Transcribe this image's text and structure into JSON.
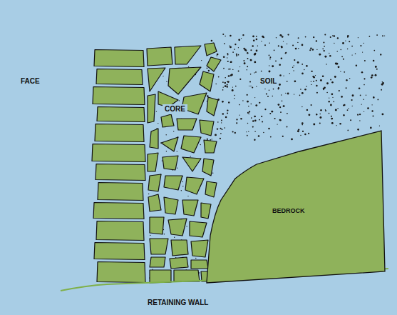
{
  "diagram": {
    "nodes": [
      {
        "text": [
          "BEDROCK"
        ]
      }
    ],
    "labels": [
      "FACE",
      "CORE",
      "SOIL",
      "RETAINING WALL"
    ]
  }
}
